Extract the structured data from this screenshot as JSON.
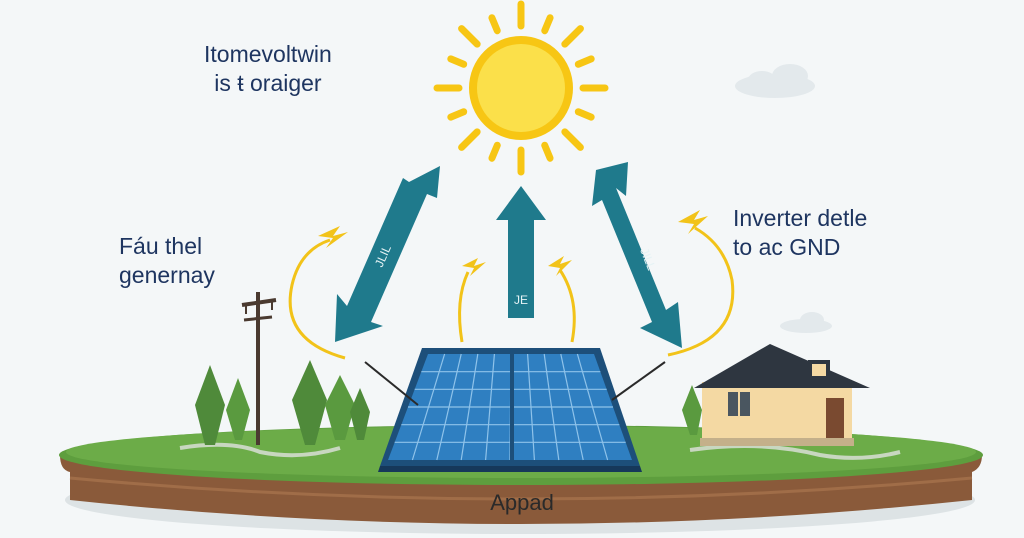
{
  "labels": {
    "top_left": [
      "Itomevoltwin",
      "is ŧ oraiger"
    ],
    "left": [
      "Fáu thel",
      "genernay"
    ],
    "right": [
      "Inverter detle",
      "to ac GND"
    ],
    "ground": "Appad",
    "arrow_left": "JLIL",
    "arrow_center": "JE",
    "arrow_right": "JILL"
  },
  "colors": {
    "sun": "#f7c614",
    "sun_core": "#fbe04a",
    "arrow": "#1f7a8c",
    "lightning": "#f2c319",
    "panel": "#2f7fc1",
    "grass": "#5e9e3e",
    "soil": "#8a5a3a",
    "house_wall": "#f4d9a3",
    "roof": "#2e3640",
    "text": "#1e3560"
  }
}
